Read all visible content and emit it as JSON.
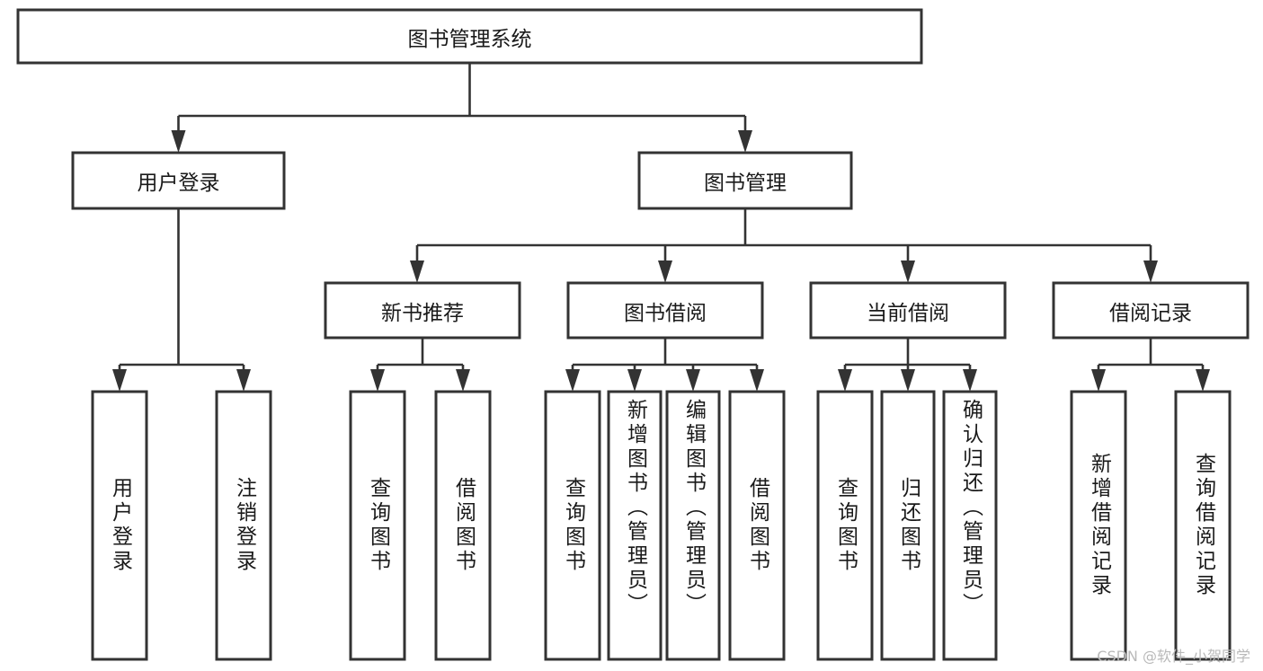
{
  "diagram": {
    "type": "tree",
    "title": "图书管理系统",
    "orientation": "top-down",
    "colors": {
      "box_stroke": "#333333",
      "box_fill": "#ffffff",
      "connector": "#333333",
      "text": "#1a1a1a",
      "background": "#ffffff",
      "watermark": "#b9b9b9"
    },
    "levels": {
      "root": {
        "label": "图书管理系统",
        "orientation": "horizontal"
      },
      "level2": [
        {
          "label": "用户登录",
          "orientation": "horizontal"
        },
        {
          "label": "图书管理",
          "orientation": "horizontal"
        }
      ],
      "level3": [
        {
          "label": "新书推荐",
          "orientation": "horizontal",
          "parent": "图书管理"
        },
        {
          "label": "图书借阅",
          "orientation": "horizontal",
          "parent": "图书管理"
        },
        {
          "label": "当前借阅",
          "orientation": "horizontal",
          "parent": "图书管理"
        },
        {
          "label": "借阅记录",
          "orientation": "horizontal",
          "parent": "图书管理"
        }
      ],
      "leaves": [
        {
          "label": "用户登录",
          "orientation": "vertical",
          "parent": "用户登录"
        },
        {
          "label": "注销登录",
          "orientation": "vertical",
          "parent": "用户登录"
        },
        {
          "label": "查询图书",
          "orientation": "vertical",
          "parent": "新书推荐"
        },
        {
          "label": "借阅图书",
          "orientation": "vertical",
          "parent": "新书推荐"
        },
        {
          "label": "查询图书",
          "orientation": "vertical",
          "parent": "图书借阅"
        },
        {
          "label": "新增图书（管理员）",
          "orientation": "vertical",
          "parent": "图书借阅"
        },
        {
          "label": "编辑图书（管理员）",
          "orientation": "vertical",
          "parent": "图书借阅"
        },
        {
          "label": "借阅图书",
          "orientation": "vertical",
          "parent": "图书借阅"
        },
        {
          "label": "查询图书",
          "orientation": "vertical",
          "parent": "当前借阅"
        },
        {
          "label": "归还图书",
          "orientation": "vertical",
          "parent": "当前借阅"
        },
        {
          "label": "确认归还（管理员）",
          "orientation": "vertical",
          "parent": "当前借阅"
        },
        {
          "label": "新增借阅记录",
          "orientation": "vertical",
          "parent": "借阅记录"
        },
        {
          "label": "查询借阅记录",
          "orientation": "vertical",
          "parent": "借阅记录"
        }
      ]
    },
    "watermark": "CSDN @软件_小贺同学"
  }
}
